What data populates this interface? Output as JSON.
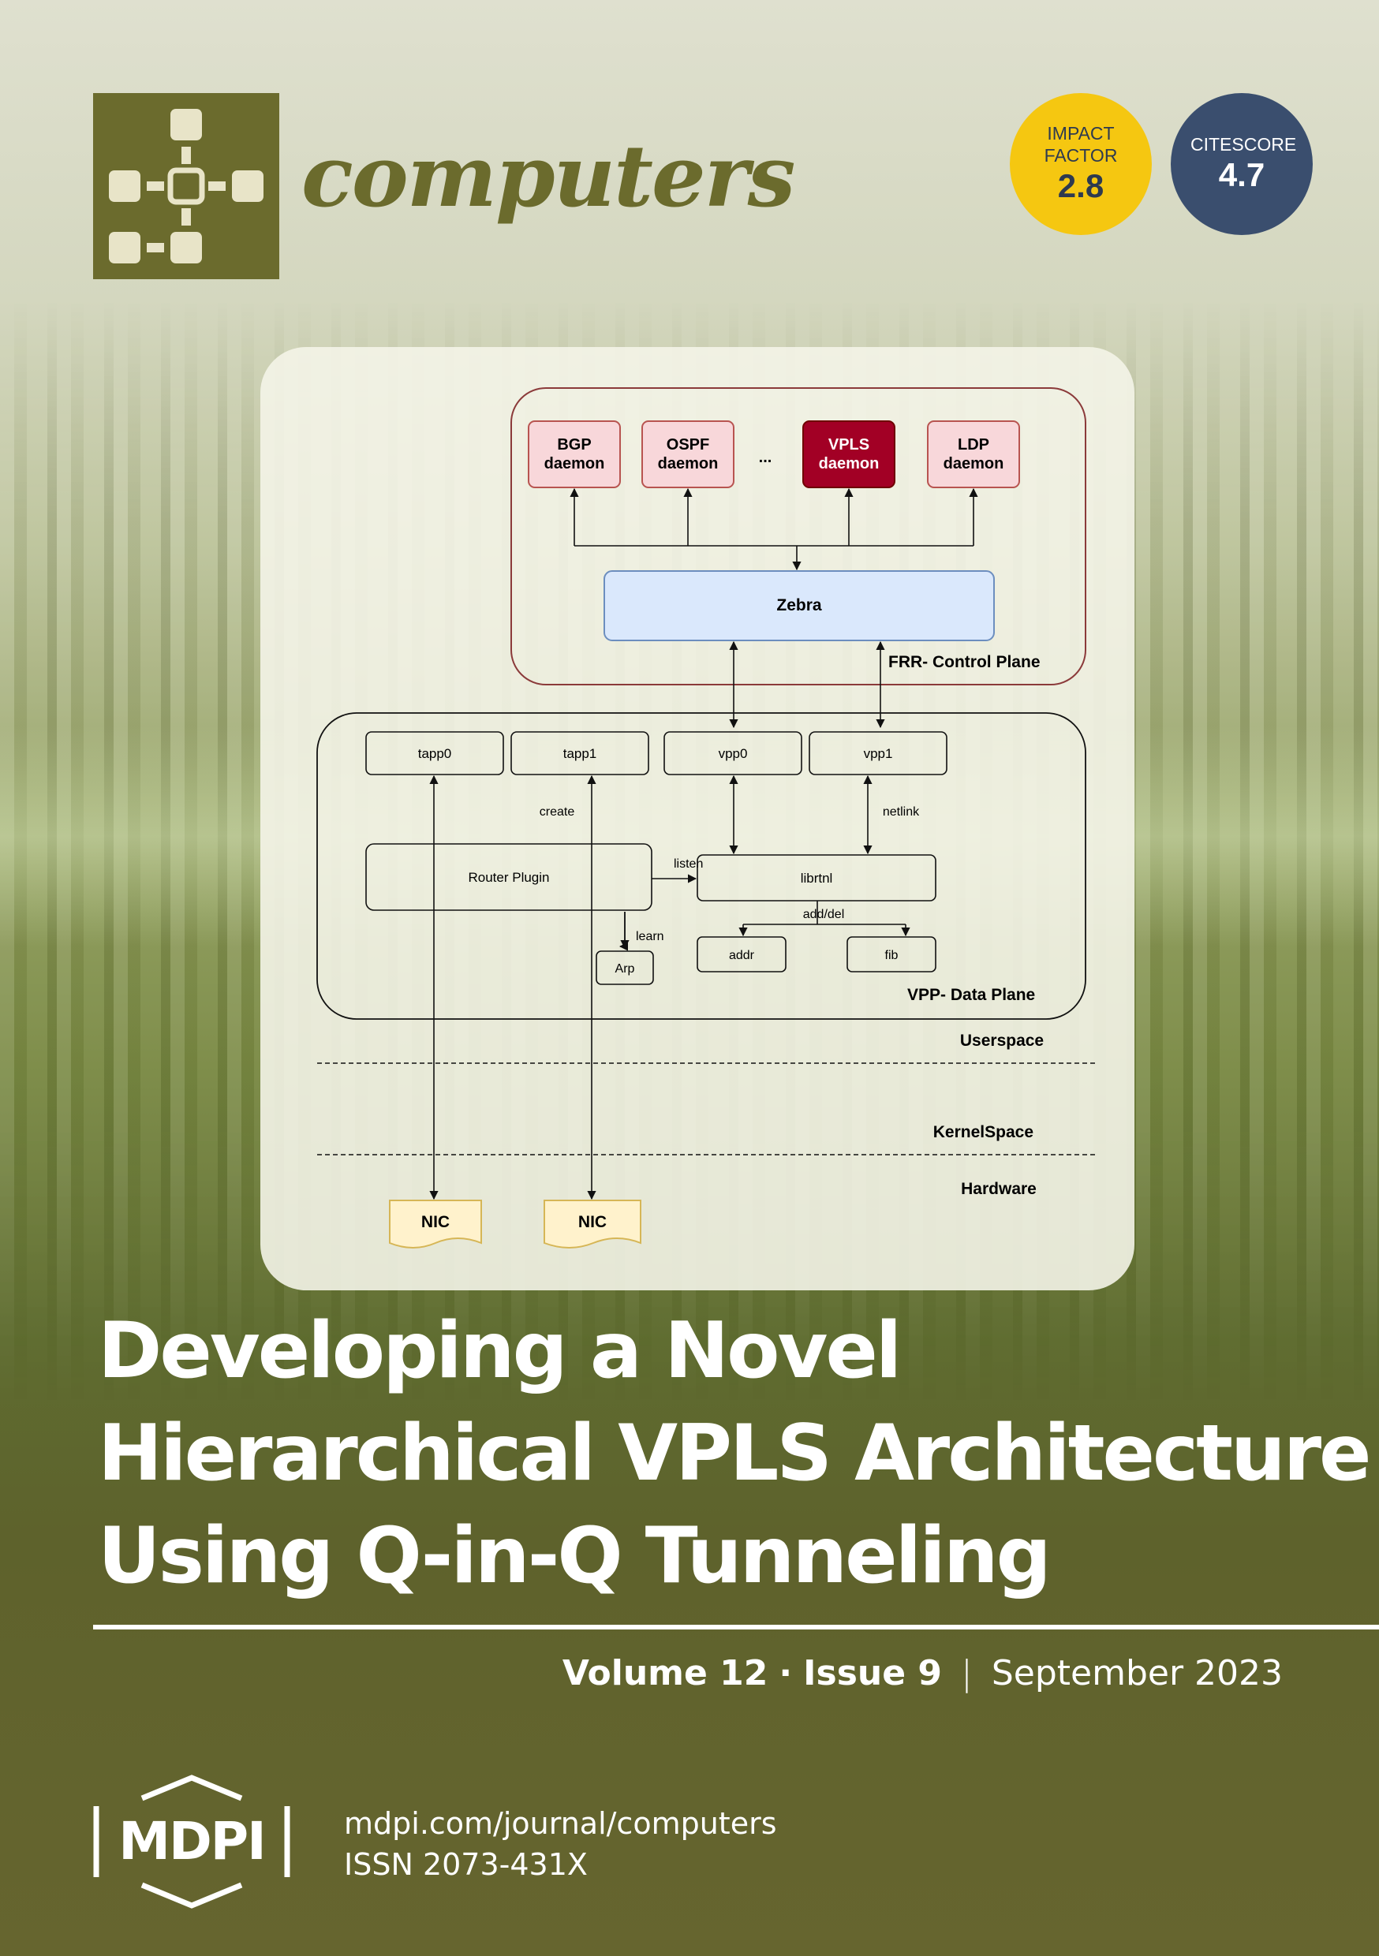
{
  "journal": {
    "title": "computers"
  },
  "badges": {
    "impact_factor": {
      "label": "IMPACT FACTOR",
      "value": "2.8"
    },
    "citescore": {
      "label": "CITESCORE",
      "value": "4.7"
    }
  },
  "diagram": {
    "daemons": {
      "bgp": [
        "BGP",
        "daemon"
      ],
      "ospf": [
        "OSPF",
        "daemon"
      ],
      "ellipsis": "...",
      "vpls": [
        "VPLS",
        "daemon"
      ],
      "ldp": [
        "LDP",
        "daemon"
      ]
    },
    "zebra": "Zebra",
    "control_plane": "FRR- Control Plane",
    "interfaces": {
      "tapp0": "tapp0",
      "tapp1": "tapp1",
      "vpp0": "vpp0",
      "vpp1": "vpp1"
    },
    "edge_labels": {
      "create": "create",
      "netlink": "netlink",
      "listen": "listen",
      "learn": "learn",
      "adddel": "add/del"
    },
    "router_plugin": "Router Plugin",
    "librtnl": "librtnl",
    "arp": "Arp",
    "addr": "addr",
    "fib": "fib",
    "data_plane": "VPP- Data Plane",
    "layers": {
      "userspace": "Userspace",
      "kernelspace": "KernelSpace",
      "hardware": "Hardware"
    },
    "nic": "NIC",
    "colors": {
      "daemon_fill": "#f8d7da",
      "daemon_stroke": "#b85450",
      "vpls_fill": "#a20025",
      "zebra_fill": "#dae8fc",
      "zebra_stroke": "#6c8ebf",
      "nic_fill": "#fff2cc",
      "nic_stroke": "#d6b656",
      "control_frame": "#8b3a3a"
    }
  },
  "article": {
    "title_lines": [
      "Developing a Novel",
      "Hierarchical VPLS Architecture",
      "Using Q-in-Q Tunneling"
    ]
  },
  "issue": {
    "volume": "Volume 12",
    "dot": "·",
    "issue": "Issue 9",
    "separator": "|",
    "date": "September 2023"
  },
  "publisher": {
    "name": "MDPI",
    "url": "mdpi.com/journal/computers",
    "issn": "ISSN 2073-431X"
  },
  "colors": {
    "olive": "#6b6b2d",
    "impact_yellow": "#f5c711",
    "citescore_blue": "#3a4e6e"
  }
}
